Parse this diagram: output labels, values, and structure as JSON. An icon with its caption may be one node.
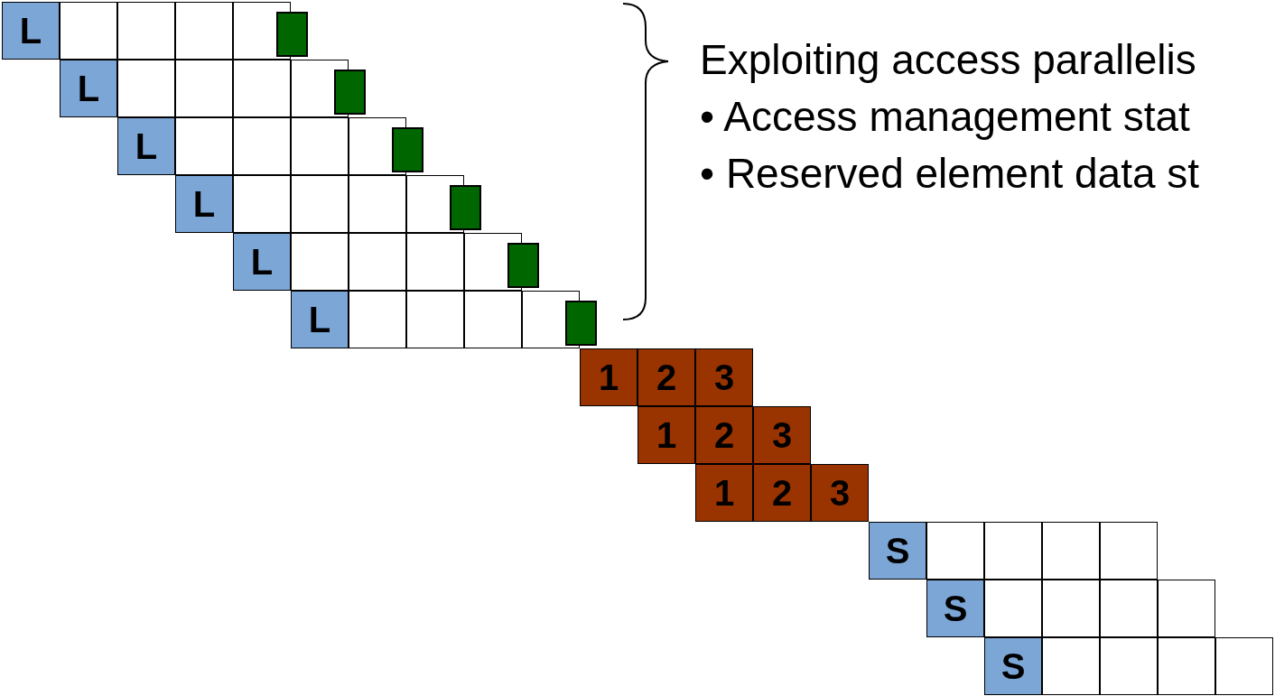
{
  "diagram": {
    "nodes": [
      {
        "text": [
          "L"
        ]
      },
      {
        "text": [],
        "shape": "box"
      },
      {
        "text": [],
        "shape": "box"
      },
      {
        "text": [],
        "shape": "box"
      },
      {
        "text": [],
        "shape": "box"
      },
      {
        "text": [],
        "shape": "box"
      },
      {
        "text": [
          "L"
        ]
      },
      {
        "text": [],
        "shape": "box"
      },
      {
        "text": [],
        "shape": "box"
      },
      {
        "text": [],
        "shape": "box"
      },
      {
        "text": [],
        "shape": "box"
      },
      {
        "text": [],
        "shape": "box"
      },
      {
        "text": [
          "L"
        ]
      },
      {
        "text": [],
        "shape": "box"
      },
      {
        "text": [],
        "shape": "box"
      },
      {
        "text": [],
        "shape": "box"
      },
      {
        "text": [],
        "shape": "box"
      },
      {
        "text": [],
        "shape": "box"
      },
      {
        "text": [
          "L"
        ]
      },
      {
        "text": [],
        "shape": "box"
      },
      {
        "text": [],
        "shape": "box"
      },
      {
        "text": [],
        "shape": "box"
      },
      {
        "text": [],
        "shape": "box"
      },
      {
        "text": [],
        "shape": "box"
      },
      {
        "text": [
          "L"
        ]
      },
      {
        "text": [],
        "shape": "box"
      },
      {
        "text": [],
        "shape": "box"
      },
      {
        "text": [],
        "shape": "box"
      },
      {
        "text": [],
        "shape": "box"
      },
      {
        "text": [],
        "shape": "box"
      },
      {
        "text": [
          "L"
        ]
      },
      {
        "text": [],
        "shape": "box"
      },
      {
        "text": [],
        "shape": "box"
      },
      {
        "text": [],
        "shape": "box"
      },
      {
        "text": [],
        "shape": "box"
      },
      {
        "text": [],
        "shape": "box"
      },
      {
        "text": [
          "1"
        ]
      },
      {
        "text": [
          "2"
        ]
      },
      {
        "text": [
          "3"
        ]
      },
      {
        "text": [
          "1"
        ]
      },
      {
        "text": [
          "2"
        ]
      },
      {
        "text": [
          "3"
        ]
      },
      {
        "text": [
          "1"
        ]
      },
      {
        "text": [
          "2"
        ]
      },
      {
        "text": [
          "3"
        ]
      },
      {
        "text": [
          "S"
        ]
      },
      {
        "text": [],
        "shape": "box"
      },
      {
        "text": [],
        "shape": "box"
      },
      {
        "text": [],
        "shape": "box"
      },
      {
        "text": [],
        "shape": "box"
      },
      {
        "text": [
          "S"
        ]
      },
      {
        "text": [],
        "shape": "box"
      },
      {
        "text": [],
        "shape": "box"
      },
      {
        "text": [],
        "shape": "box"
      },
      {
        "text": [],
        "shape": "box"
      },
      {
        "text": [
          "S"
        ]
      },
      {
        "text": [],
        "shape": "box"
      },
      {
        "text": [],
        "shape": "box"
      },
      {
        "text": [],
        "shape": "box"
      },
      {
        "text": [],
        "shape": "box"
      }
    ],
    "labels": [
      "Exploiting access parallelis",
      "• Access management stat",
      "• Reserved element data st"
    ]
  }
}
